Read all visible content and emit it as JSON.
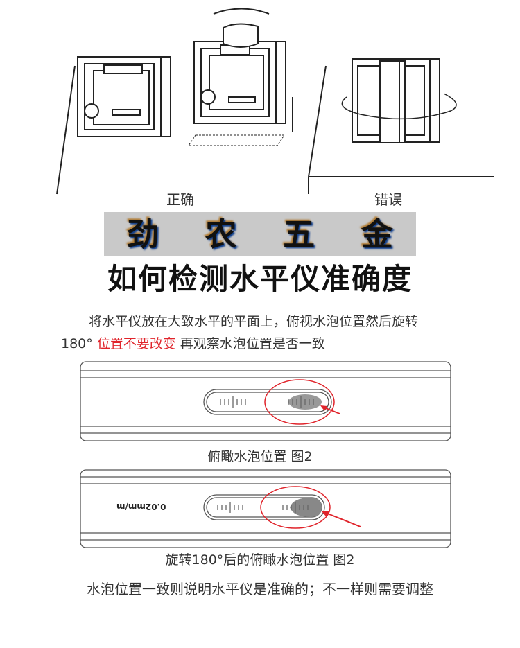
{
  "illustration": {
    "label_correct": "正确",
    "label_wrong": "错误"
  },
  "title": "如何检测水平仪准确度",
  "instructions": {
    "line1": "将水平仪放在大致水平的平面上，俯视水泡位置然后旋转",
    "line2_prefix": "180°",
    "line2_red": "位置不要改变",
    "line2_suffix": "再观察水泡位置是否一致",
    "highlight_color": "#e0242b"
  },
  "figure1": {
    "caption": "俯瞰水泡位置  图2"
  },
  "figure2": {
    "caption": "旋转180°后的俯瞰水泡位置  图2",
    "precision_label": "0.02mm/m"
  },
  "conclusion": "水泡位置一致则说明水平仪是准确的；不一样则需要调整",
  "watermark": {
    "chars": [
      "劲",
      "农",
      "五",
      "金"
    ]
  }
}
